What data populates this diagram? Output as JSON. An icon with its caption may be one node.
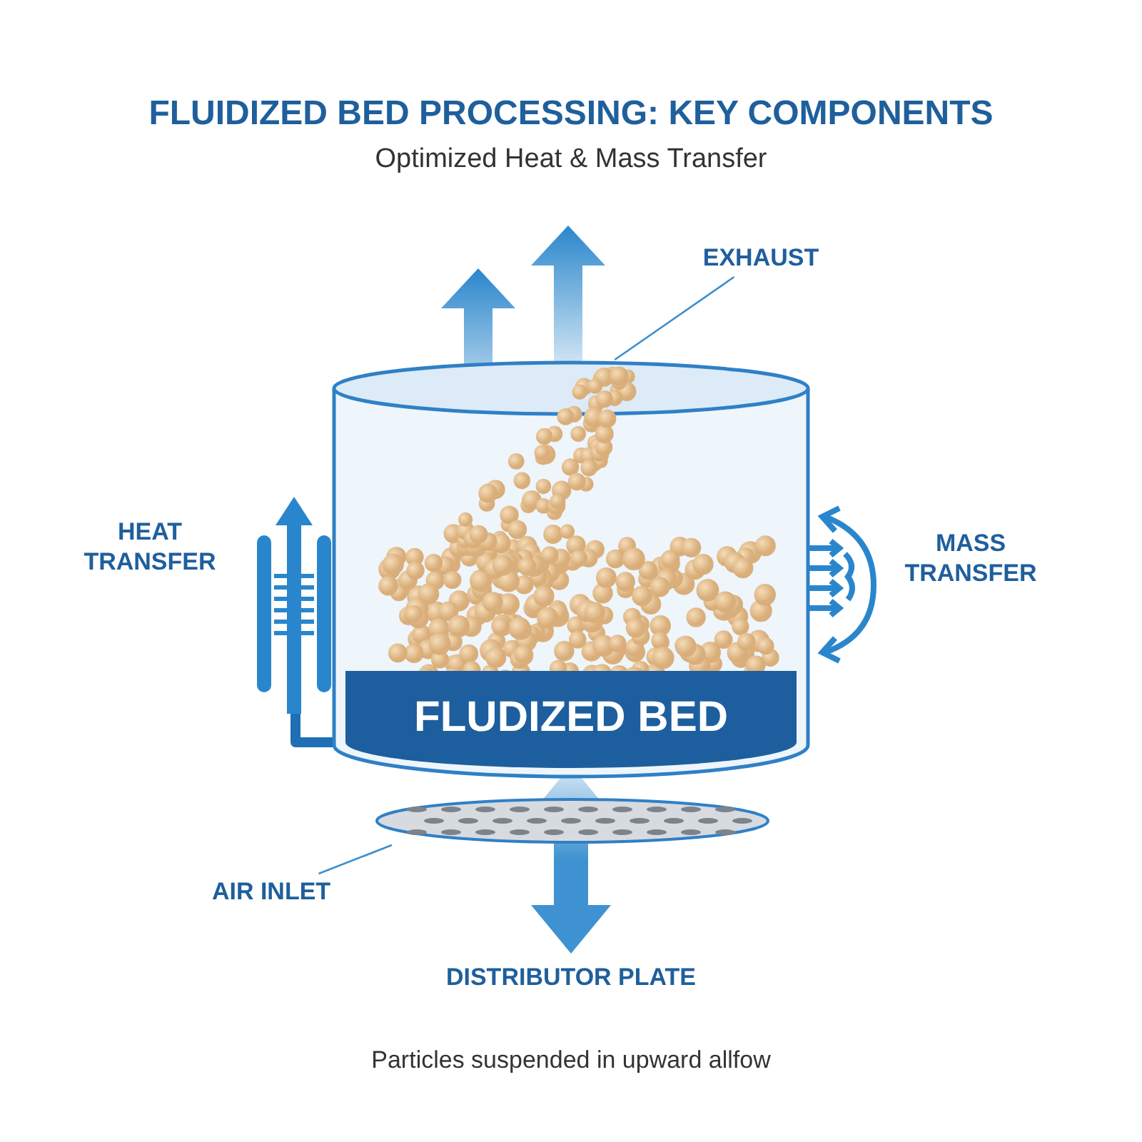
{
  "diagram": {
    "title": "FLUIDIZED BED PROCESSING: KEY COMPONENTS",
    "caption": "Particles suspended in upward allfow",
    "nodes": [
      {
        "text": [
          "EXHAUST"
        ]
      },
      {
        "text": [],
        "shape": "cylinder"
      },
      {
        "text": [
          "FLUDIZED BED"
        ],
        "in": 1
      },
      {
        "text": [
          "HEAT TRANSFER"
        ]
      },
      {
        "text": [
          "MASS TRANSFER"
        ]
      },
      {
        "text": [
          "AIR INLET"
        ]
      },
      {
        "text": [],
        "shape": "disc"
      },
      {
        "text": [
          "DISTRIBUTOR PLATE"
        ]
      }
    ],
    "edges": [
      {
        "from": 0,
        "to": 1,
        "arrow": "none"
      },
      {
        "from": 5,
        "to": 6,
        "arrow": "none"
      },
      {
        "from": 2,
        "to": 7,
        "arrow": "both"
      }
    ],
    "labels": [
      "Optimized Heat & Mass Transfer"
    ]
  }
}
